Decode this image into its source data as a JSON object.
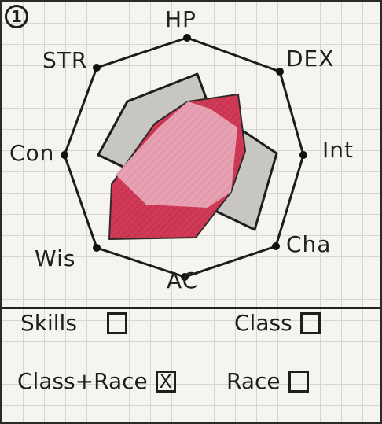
{
  "panel_number": "1",
  "radar": {
    "axes": [
      "HP",
      "DEX",
      "Int",
      "Cha",
      "AC",
      "Wis",
      "Con",
      "STR"
    ]
  },
  "options": [
    {
      "label": "Skills",
      "checked": false
    },
    {
      "label": "Class",
      "checked": false
    },
    {
      "label": "Class+Race",
      "checked": true
    },
    {
      "label": "Race",
      "checked": false
    }
  ],
  "checkbox_mark": "X",
  "colors": {
    "octagon": "#1c1c1c",
    "grey_shape_fill": "#c4c2bc",
    "red_shape_fill": "#d23a56",
    "pink_overlap": "#e8a5b6"
  }
}
